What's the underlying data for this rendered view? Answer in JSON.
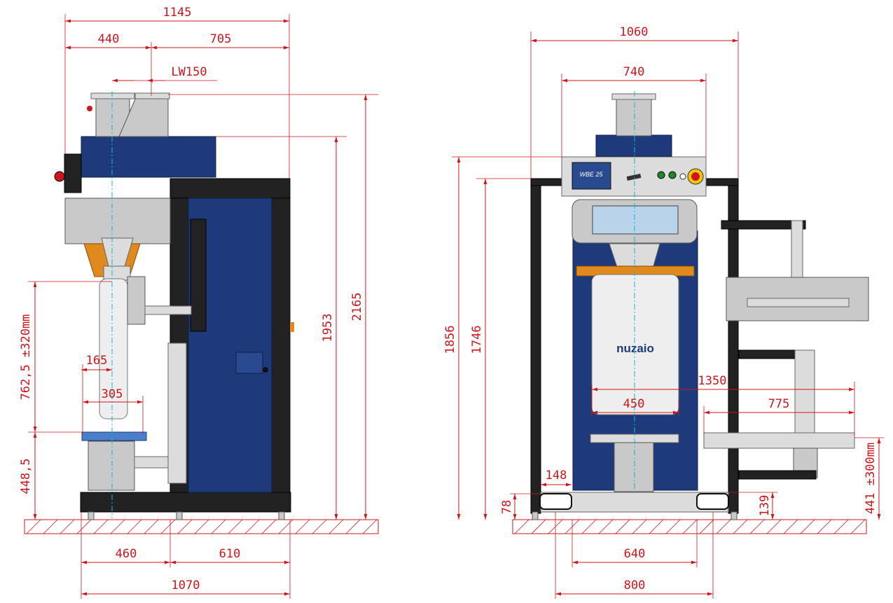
{
  "side_view": {
    "dims": {
      "overall_width": "1145",
      "left_part": "440",
      "right_part": "705",
      "label_lw": "LW150",
      "height_total": "2165",
      "height_body": "1953",
      "stroke_range": "762,5 ±320mm",
      "platform_height": "448,5",
      "spout_inner": "165",
      "spout_outer": "305",
      "base_left": "460",
      "base_right": "610",
      "base_total": "1070"
    }
  },
  "front_view": {
    "dims": {
      "overall_width": "1060",
      "hopper_width": "740",
      "height_outer": "1856",
      "height_inner": "1746",
      "conveyor_reach": "1350",
      "conveyor_length": "775",
      "bag_width": "450",
      "foot_offset": "148",
      "foot_height": "78",
      "roller_height": "139",
      "conveyor_height": "441 ±300mm",
      "base_inner": "640",
      "base_outer": "800"
    },
    "screen_text": "WBE 25",
    "logo_text": "nuzaio"
  }
}
